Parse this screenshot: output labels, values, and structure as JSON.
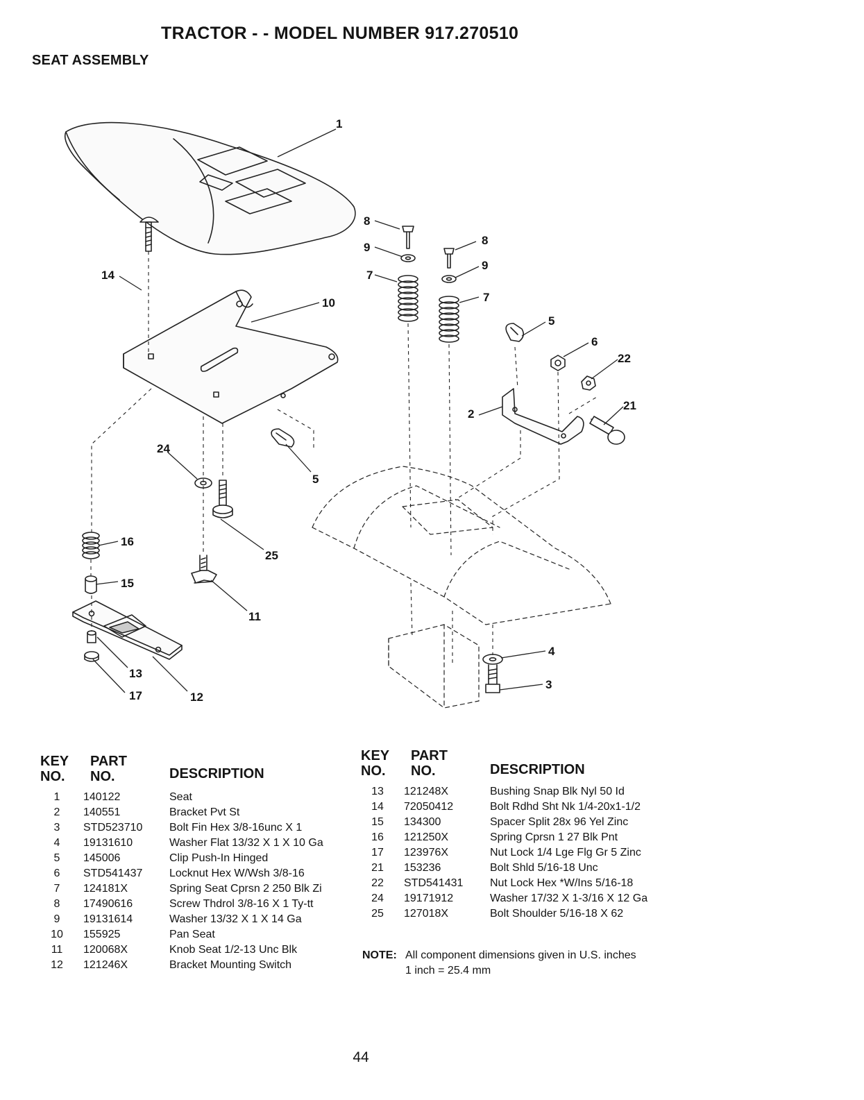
{
  "header": {
    "title": "TRACTOR - - MODEL NUMBER 917.270510",
    "subtitle": "SEAT ASSEMBLY"
  },
  "diagram": {
    "callouts": [
      "1",
      "14",
      "10",
      "8",
      "9",
      "7",
      "8",
      "9",
      "7",
      "5",
      "6",
      "22",
      "2",
      "21",
      "24",
      "5",
      "16",
      "25",
      "15",
      "11",
      "13",
      "17",
      "12",
      "4",
      "3"
    ]
  },
  "parts_left": {
    "key_header": [
      "KEY",
      "NO."
    ],
    "part_header": [
      "PART",
      "NO."
    ],
    "desc_header": "DESCRIPTION",
    "rows": [
      {
        "key": "1",
        "part": "140122",
        "desc": "Seat"
      },
      {
        "key": "2",
        "part": "140551",
        "desc": "Bracket Pvt St"
      },
      {
        "key": "3",
        "part": "STD523710",
        "desc": "Bolt Fin Hex 3/8-16unc X 1"
      },
      {
        "key": "4",
        "part": "19131610",
        "desc": "Washer Flat 13/32 X 1 X 10 Ga"
      },
      {
        "key": "5",
        "part": "145006",
        "desc": "Clip Push-In Hinged"
      },
      {
        "key": "6",
        "part": "STD541437",
        "desc": "Locknut Hex W/Wsh 3/8-16"
      },
      {
        "key": "7",
        "part": "124181X",
        "desc": "Spring Seat Cprsn 2 250 Blk Zi"
      },
      {
        "key": "8",
        "part": "17490616",
        "desc": "Screw Thdrol 3/8-16 X 1 Ty-tt"
      },
      {
        "key": "9",
        "part": "19131614",
        "desc": "Washer 13/32 X 1 X 14 Ga"
      },
      {
        "key": "10",
        "part": "155925",
        "desc": "Pan Seat"
      },
      {
        "key": "11",
        "part": "120068X",
        "desc": "Knob Seat 1/2-13 Unc Blk"
      },
      {
        "key": "12",
        "part": "121246X",
        "desc": "Bracket Mounting Switch"
      }
    ]
  },
  "parts_right": {
    "key_header": [
      "KEY",
      "NO."
    ],
    "part_header": [
      "PART",
      "NO."
    ],
    "desc_header": "DESCRIPTION",
    "rows": [
      {
        "key": "13",
        "part": "121248X",
        "desc": "Bushing Snap Blk Nyl 50 Id"
      },
      {
        "key": "14",
        "part": "72050412",
        "desc": "Bolt Rdhd Sht Nk 1/4-20x1-1/2"
      },
      {
        "key": "15",
        "part": "134300",
        "desc": "Spacer Split 28x 96 Yel Zinc"
      },
      {
        "key": "16",
        "part": "121250X",
        "desc": "Spring Cprsn 1 27 Blk Pnt"
      },
      {
        "key": "17",
        "part": "123976X",
        "desc": "Nut Lock 1/4 Lge Flg Gr 5 Zinc"
      },
      {
        "key": "21",
        "part": "153236",
        "desc": "Bolt Shld 5/16-18 Unc"
      },
      {
        "key": "22",
        "part": "STD541431",
        "desc": "Nut Lock Hex *W/Ins 5/16-18"
      },
      {
        "key": "24",
        "part": "19171912",
        "desc": "Washer 17/32 X 1-3/16 X 12 Ga"
      },
      {
        "key": "25",
        "part": "127018X",
        "desc": "Bolt Shoulder 5/16-18 X 62"
      }
    ]
  },
  "note": {
    "label": "NOTE:",
    "line1": "All component dimensions given in U.S. inches",
    "line2": "1 inch = 25.4 mm"
  },
  "page_number": "44"
}
